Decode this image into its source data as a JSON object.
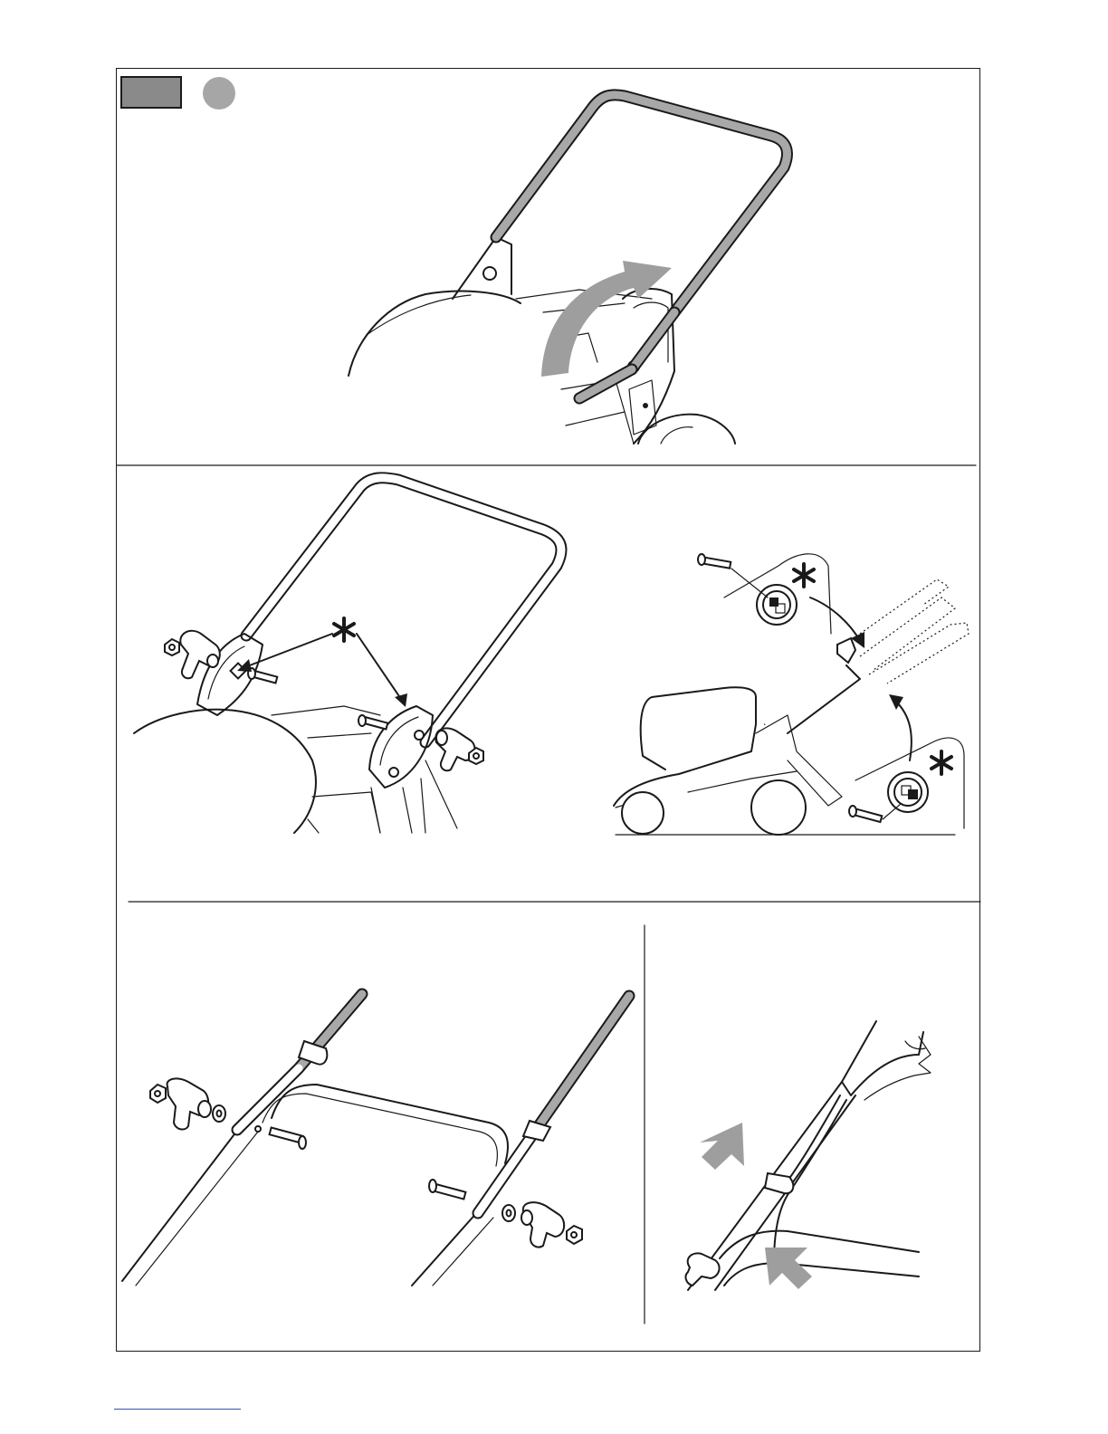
{
  "page": {
    "badge_color": "#8a8a8a",
    "circle_color": "#a6a6a6",
    "arrow_color": "#9e9e9e",
    "line_color": "#1a1a1a",
    "footer_rule_color": "#3050c8"
  },
  "panels": [
    {
      "id": "fold-handle",
      "icons": [
        "curved-arrow-icon"
      ]
    },
    {
      "id": "attach-handle-knobs",
      "icons": [
        "asterisk-icon",
        "knob-icon",
        "bolt-icon",
        "nut-icon"
      ]
    },
    {
      "id": "handle-height-positions",
      "icons": [
        "asterisk-icon",
        "bolt-icon",
        "square-hole-icon"
      ]
    },
    {
      "id": "upper-handle-assembly",
      "icons": [
        "knob-icon",
        "washer-icon",
        "bolt-icon",
        "nut-icon"
      ]
    },
    {
      "id": "cable-clip",
      "icons": [
        "press-arrow-icon"
      ]
    }
  ]
}
